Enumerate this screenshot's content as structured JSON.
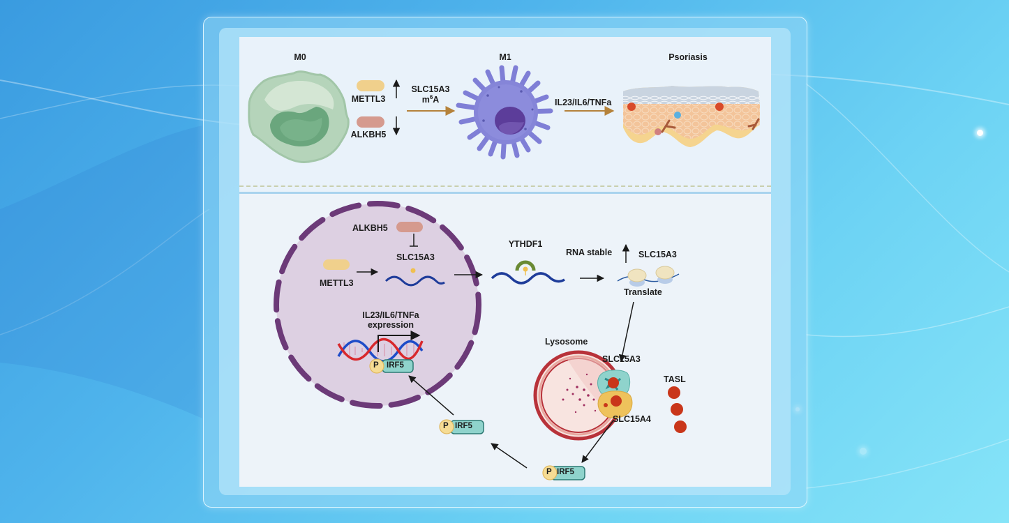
{
  "figure": {
    "top_panel": {
      "cells": {
        "m0_label": "M0",
        "m1_label": "M1",
        "psoriasis_label": "Psoriasis"
      },
      "enzymes": {
        "mettl3_label": "METTL3",
        "mettl3_direction": "up",
        "alkbh5_label": "ALKBH5",
        "alkbh5_direction": "down"
      },
      "arrow1_label_line1": "SLC15A3",
      "arrow1_label_line2_base": "m",
      "arrow1_label_line2_sup": "6",
      "arrow1_label_line2_end": "A",
      "arrow2_label": "IL23/IL6/TNFa"
    },
    "bottom_panel": {
      "nucleus": {
        "alkbh5_label": "ALKBH5",
        "slc15a3_label": "SLC15A3",
        "mettl3_label": "METTL3",
        "expression_line1": "IL23/IL6/TNFa",
        "expression_line2": "expression",
        "p_label": "P",
        "irf5_label": "IRF5"
      },
      "ythdf1_label": "YTHDF1",
      "rna_stable_label": "RNA stable",
      "rna_stable_direction": "up",
      "slc15a3_translate_label": "SLC15A3",
      "translate_label": "Translate",
      "lysosome_label": "Lysosome",
      "slc15a3_lyso_label": "SLC15A3",
      "slc15a4_label": "SLC15A4",
      "tasl_label": "TASL",
      "p_irf5_mid": {
        "p_label": "P",
        "irf5_label": "IRF5"
      },
      "p_irf5_bottom": {
        "p_label": "P",
        "irf5_label": "IRF5"
      }
    },
    "colors": {
      "mettl3": "#f0d08c",
      "alkbh5": "#d59a8e",
      "m0_cell": "#a9cdb0",
      "m1_cell": "#7f7fd6",
      "arrow_brown": "#b5823a",
      "nucleus_fill": "#ddd0e2",
      "nucleus_border": "#6c3a78",
      "rna": "#1e3c9a",
      "ythdf1": "#6a8a34",
      "lysosome": "#b8323a",
      "tasl": "#c9361a",
      "irf5": "#8fd3cc",
      "phospho": "#f6dc94"
    }
  }
}
